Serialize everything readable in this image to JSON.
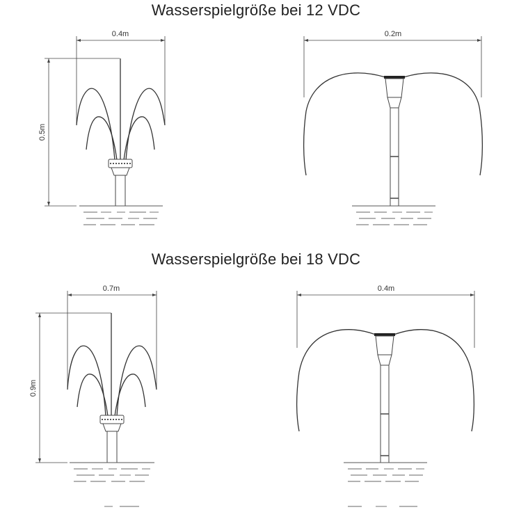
{
  "sections": [
    {
      "title": "Wasserspielgröße bei 12 VDC",
      "left_width": "0.4m",
      "left_height": "0.5m",
      "right_width": "0.2m"
    },
    {
      "title": "Wasserspielgröße bei 18 VDC",
      "left_width": "0.7m",
      "left_height": "0.9m",
      "right_width": "0.4m"
    }
  ]
}
